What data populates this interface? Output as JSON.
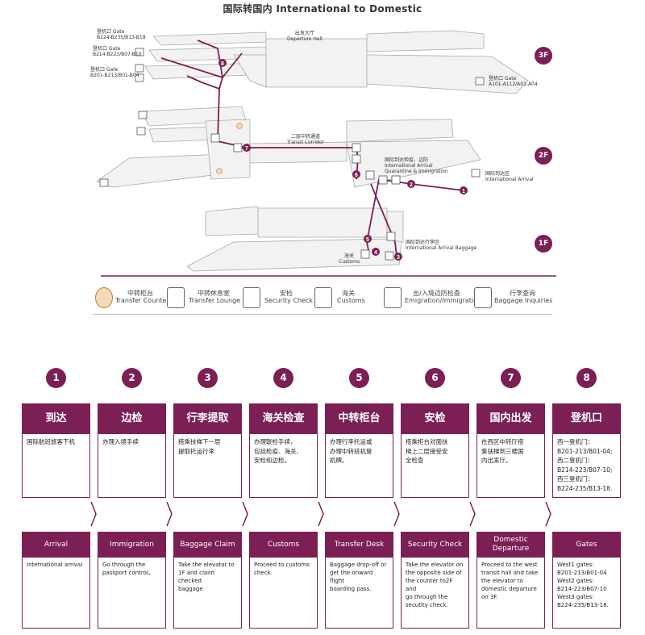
{
  "title": "国际转国内    International to Domestic",
  "map": {
    "floors": [
      "3F",
      "2F",
      "1F"
    ],
    "gates_3f": [
      {
        "zh": "登机口 Gate",
        "code": "B224-B235/B13-B18"
      },
      {
        "zh": "登机口 Gate",
        "code": "B214-B223/B07-B10"
      },
      {
        "zh": "登机口 Gate",
        "code": "B201-B213/B01-B04"
      },
      {
        "zh": "登机口 Gate",
        "code": "A101-A112/A01-A04"
      }
    ],
    "departure_hall": {
      "zh": "出发大厅",
      "en": "Departure Hall"
    },
    "transit_corridor": {
      "zh": "二层中转通道",
      "en": "Transit Corridor"
    },
    "intl_arrival_check": {
      "zh": "国际到达检疫、边防",
      "en1": "International Arrival",
      "en2": "Quarantine & Immigration"
    },
    "intl_arrival_area": {
      "zh": "国际到达区",
      "en": "International Arrival"
    },
    "intl_baggage": {
      "zh": "国际到达行李区",
      "en": "International Arrival Baggage"
    },
    "customs": {
      "zh": "海关",
      "en": "Customs"
    },
    "route_numbers": [
      "1",
      "2",
      "3",
      "4",
      "5",
      "6",
      "7",
      "8"
    ]
  },
  "legend": [
    {
      "zh": "中转柜台",
      "en": "Transfer Counter",
      "icon": "transfer-counter-icon"
    },
    {
      "zh": "中转休息室",
      "en": "Transfer Lounge",
      "icon": "transfer-lounge-icon"
    },
    {
      "zh": "安检",
      "en": "Security Check",
      "icon": "security-check-icon"
    },
    {
      "zh": "海关",
      "en": "Customs",
      "icon": "customs-icon"
    },
    {
      "zh": "出/入境边防检查",
      "en": "Emigration/Immigration",
      "icon": "immigration-icon"
    },
    {
      "zh": "行李查询",
      "en": "Baggage Inquiries",
      "icon": "baggage-inquiry-icon"
    }
  ],
  "steps": [
    {
      "num": "1",
      "zh_title": "到达",
      "zh_text": "国际航班旅客下机",
      "en_title": "Arrival",
      "en_text": "International arrival"
    },
    {
      "num": "2",
      "zh_title": "边检",
      "zh_text": "办理入境手续",
      "en_title": "Immigration",
      "en_text": "Go through the\npassport control。"
    },
    {
      "num": "3",
      "zh_title": "行李提取",
      "zh_text": "搭乘扶梯下一层\n提取托运行李",
      "en_title": "Baggage Claim",
      "en_text": "Take the elevator to\n1F and claim checked\nbaggage"
    },
    {
      "num": "4",
      "zh_title": "海关检查",
      "zh_text": "办理联检手续，\n包括检疫、海关、\n安检和边检。",
      "en_title": "Customs",
      "en_text": "Proceed to customs\ncheck."
    },
    {
      "num": "5",
      "zh_title": "中转柜台",
      "zh_text": "办理行李托运或\n办理中转班机登\n机牌。",
      "en_title": "Transfer Desk",
      "en_text": "Baggage drop-off or\nget the onward flight\nboarding pass."
    },
    {
      "num": "6",
      "zh_title": "安检",
      "zh_text": "搭乘柜台对面扶\n梯上二层接受安\n全检查",
      "en_title": "Security Check",
      "en_text": "Take the elevator on\nthe opposite side of\nthe counter to2F and\ngo through the\nsecutity check."
    },
    {
      "num": "7",
      "zh_title": "国内出发",
      "zh_text": "在西区中转厅搭\n乘扶梯到三楼国\n内出发厅。",
      "en_title": "Domestic\nDeparture",
      "en_text": "Proceed to the west\ntransit hall and take\nthe elevator to\ndomestic departure\non 3F."
    },
    {
      "num": "8",
      "zh_title": "登机口",
      "zh_text": "西一登机门：\nB201-213/B01-04;\n西二登机门：\nB214-223/B07-10;\n西三登机门：\nB224-235/B13-18.",
      "en_title": "Gates",
      "en_text": "West1 gates:\nB201-213/B01-04\nWest2 gates:\nB214-223/B07-10\nWest3 gates:\nB224-235/B13-18."
    }
  ],
  "colors": {
    "accent": "#7b1f55",
    "floor_fill": "#f2f2f2",
    "floor_stroke": "#aaaaaa"
  }
}
